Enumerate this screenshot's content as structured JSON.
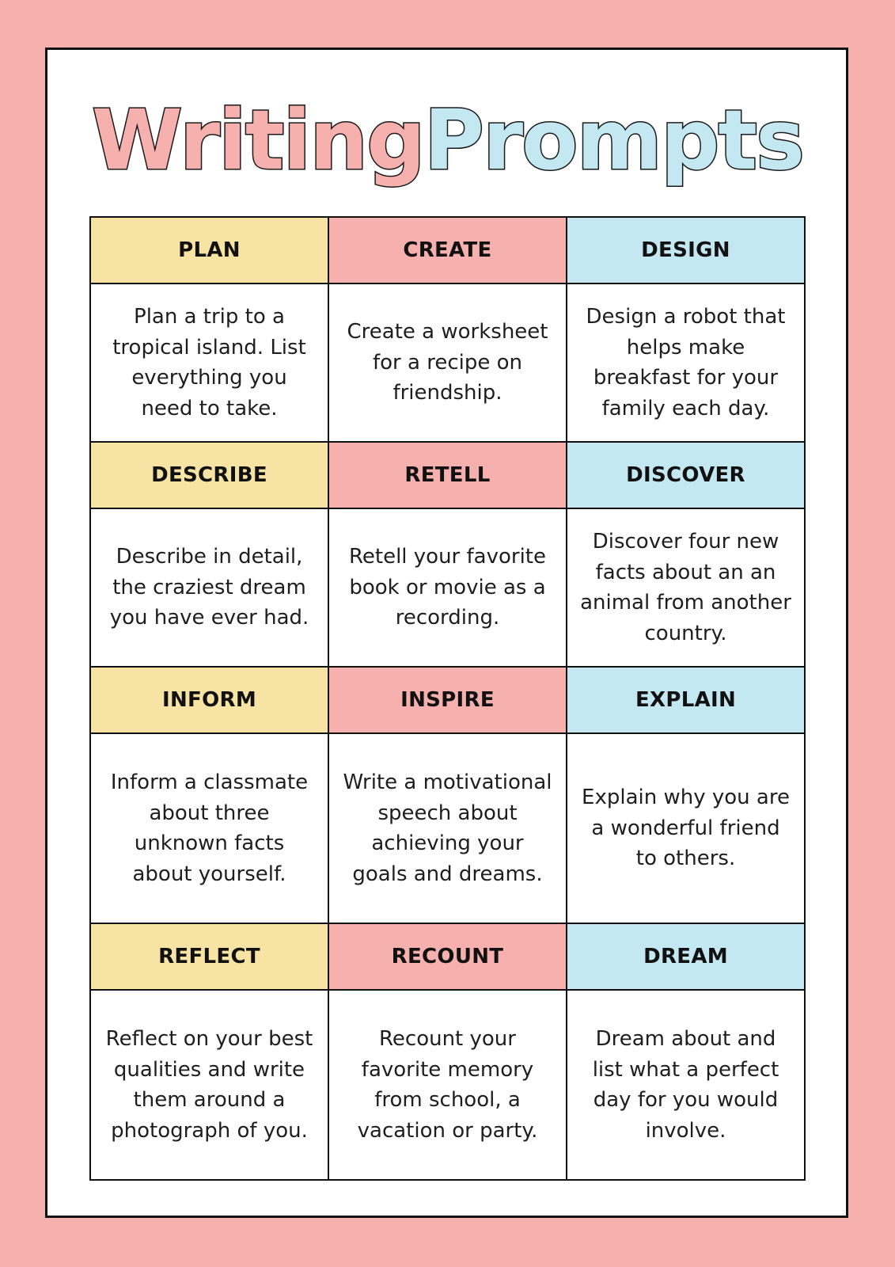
{
  "title": {
    "word1": "Writing",
    "word2": "Prompts"
  },
  "colors": {
    "background": "#f6b1ae",
    "yellow": "#f7e3a3",
    "pink": "#f6b1ae",
    "blue": "#c4e8f1"
  },
  "prompts": [
    [
      {
        "label": "PLAN",
        "text": "Plan a trip to a tropical island. List everything you need to take."
      },
      {
        "label": "CREATE",
        "text": "Create a worksheet for a recipe on friendship."
      },
      {
        "label": "DESIGN",
        "text": "Design a robot that helps make breakfast for your family each day."
      }
    ],
    [
      {
        "label": "DESCRIBE",
        "text": "Describe in detail, the craziest dream you have ever had."
      },
      {
        "label": "RETELL",
        "text": "Retell your favorite book or movie as a recording."
      },
      {
        "label": "DISCOVER",
        "text": "Discover four new facts about an an animal from another country."
      }
    ],
    [
      {
        "label": "INFORM",
        "text": "Inform a classmate about three unknown facts about yourself."
      },
      {
        "label": "INSPIRE",
        "text": "Write a motivational speech about achieving your goals and dreams."
      },
      {
        "label": "EXPLAIN",
        "text": "Explain why you are a wonderful friend to others."
      }
    ],
    [
      {
        "label": "REFLECT",
        "text": "Reflect on your best qualities and write them around a photograph of you."
      },
      {
        "label": "RECOUNT",
        "text": "Recount your favorite memory from school, a vacation or party."
      },
      {
        "label": "DREAM",
        "text": "Dream about and list what a perfect day for you would involve."
      }
    ]
  ]
}
